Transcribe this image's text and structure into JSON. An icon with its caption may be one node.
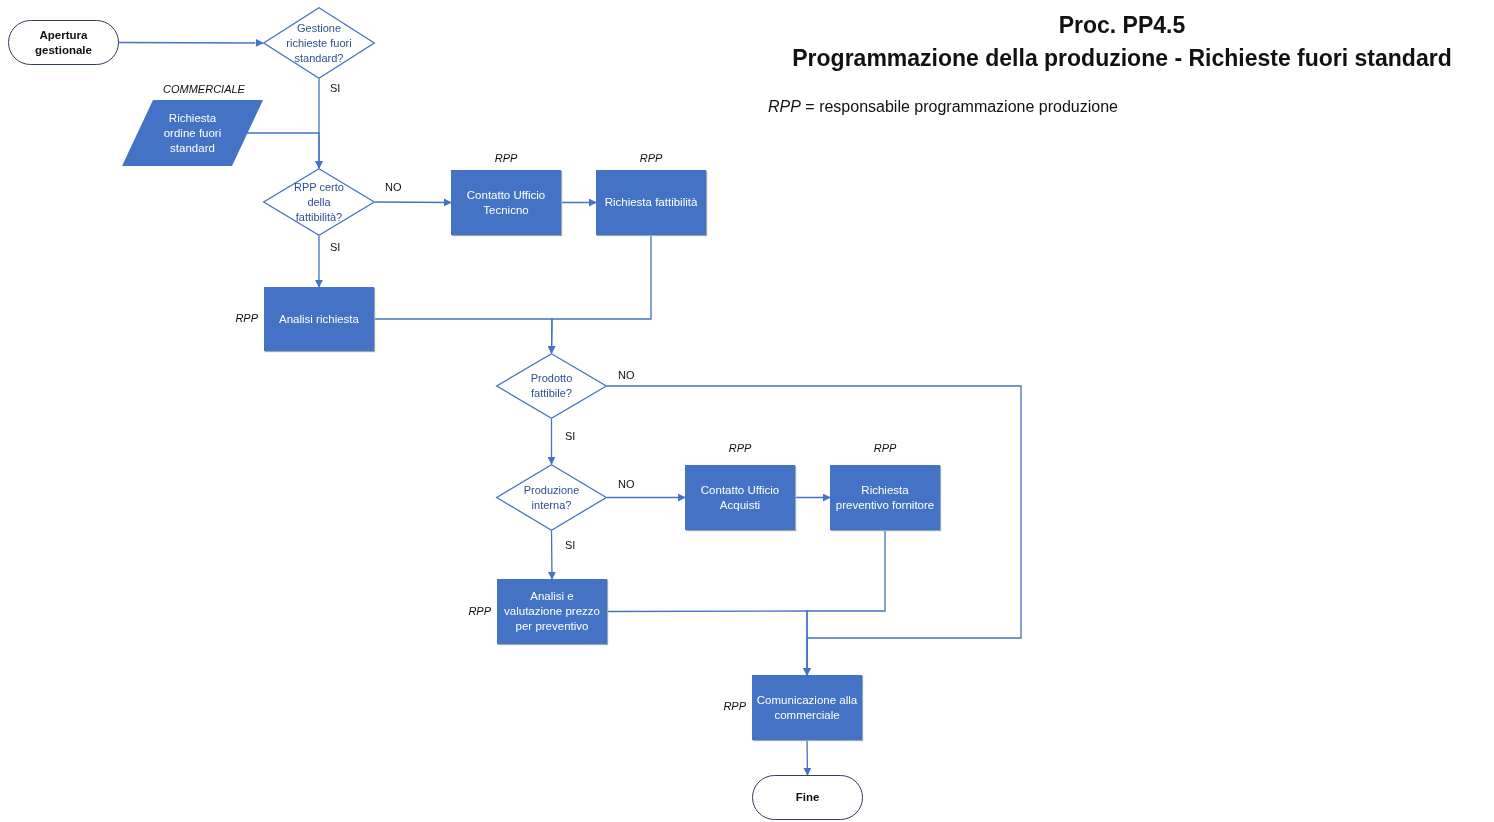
{
  "diagram": {
    "title": "Programmazione della produzione - Richieste fuori standard",
    "nodes": [
      {
        "text": [
          "Apertura gestionale"
        ]
      },
      {
        "text": [
          "Gestione richieste fuori standard?"
        ]
      },
      {
        "text": [
          "Richiesta ordine fuori standard"
        ],
        "beside": [
          "COMMERCIALE"
        ]
      },
      {
        "text": [
          "RPP certo della fattibilità?"
        ]
      },
      {
        "text": [
          "Contatto Ufficio Tecnicno"
        ],
        "beside": [
          "RPP"
        ]
      },
      {
        "text": [
          "Richiesta fattibilità"
        ],
        "beside": [
          "RPP"
        ]
      },
      {
        "text": [
          "Analisi richiesta"
        ],
        "beside": [
          "RPP"
        ]
      },
      {
        "text": [
          "Prodotto fattibile?"
        ]
      },
      {
        "text": [
          "Produzione interna?"
        ]
      },
      {
        "text": [
          "Contatto Ufficio Acquisti"
        ],
        "beside": [
          "RPP"
        ]
      },
      {
        "text": [
          "Richiesta preventivo fornitore"
        ],
        "beside": [
          "RPP"
        ]
      },
      {
        "text": [
          "Analisi e valutazione prezzo per preventivo"
        ],
        "beside": [
          "RPP"
        ]
      },
      {
        "text": [
          "Comunicazione alla commerciale"
        ],
        "beside": [
          "RPP"
        ]
      },
      {
        "text": [
          "Fine"
        ]
      }
    ],
    "edges": [
      {
        "from": 0,
        "to": 1,
        "arrow": "to"
      },
      {
        "from": 1,
        "to": 3,
        "arrow": "to",
        "label": "SI"
      },
      {
        "from": 2,
        "to": 3,
        "arrow": "to"
      },
      {
        "from": 3,
        "to": 4,
        "arrow": "to",
        "label": "NO"
      },
      {
        "from": 3,
        "to": 6,
        "arrow": "to",
        "label": "SI"
      },
      {
        "from": 4,
        "to": 5,
        "arrow": "to"
      },
      {
        "from": 6,
        "to": 7,
        "arrow": "to"
      },
      {
        "from": 5,
        "to": 7,
        "arrow": "to"
      },
      {
        "from": 7,
        "to": 8,
        "arrow": "to",
        "label": "SI"
      },
      {
        "from": 7,
        "to": 12,
        "arrow": "to",
        "label": "NO"
      },
      {
        "from": 8,
        "to": 9,
        "arrow": "to",
        "label": "NO"
      },
      {
        "from": 8,
        "to": 11,
        "arrow": "to",
        "label": "SI"
      },
      {
        "from": 9,
        "to": 10,
        "arrow": "to"
      },
      {
        "from": 11,
        "to": 12,
        "arrow": "to"
      },
      {
        "from": 10,
        "to": 12,
        "arrow": "to"
      },
      {
        "from": 12,
        "to": 13,
        "arrow": "to"
      }
    ],
    "labels": [
      "Proc. PP4.5",
      "*RPP* = responsabile programmazione produzione"
    ]
  }
}
